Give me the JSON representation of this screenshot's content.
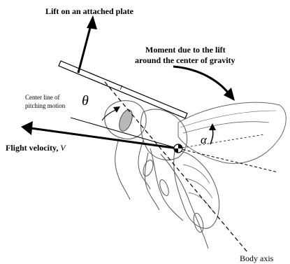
{
  "labels": {
    "lift_plate": "Lift on an attached plate",
    "moment_line1": "Moment due to the lift",
    "moment_line2": "around the center of gravity",
    "center_line1": "Center line of",
    "center_line2": "pitching motion",
    "theta": "θ",
    "alpha": "α",
    "flight_velocity": "Flight velocity, ",
    "flight_velocity_symbol": "V",
    "body_axis": "Body axis"
  },
  "colors": {
    "stroke": "#000000",
    "outline": "#666666",
    "eye_fill": "#b8b8b8",
    "background": "#ffffff"
  }
}
